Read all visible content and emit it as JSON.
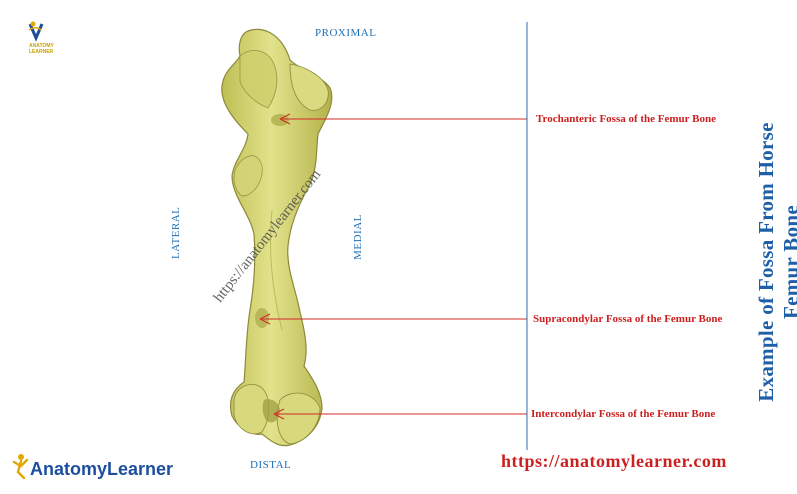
{
  "title": "Example of Fossa From Horse Femur Bone",
  "orientation": {
    "proximal": "PROXIMAL",
    "distal": "DISTAL",
    "lateral": "LATERAL",
    "medial": "MEDIAL"
  },
  "labels": [
    "Trochanteric  Fossa of the Femur Bone",
    "Supracondylar Fossa of the Femur Bone",
    "Intercondylar Fossa of the Femur Bone"
  ],
  "url": "https://anatomylearner.com",
  "watermark": "https://anatomylearner.com",
  "brand": {
    "part1": "Anatomy",
    "part2": "Learner"
  },
  "logo_small": {
    "line1": "ANATOMY",
    "line2": "LEARNER"
  },
  "colors": {
    "bone_fill": "#d6d77a",
    "bone_stroke": "#8c8a3a",
    "arrow": "#d42a2a",
    "divider": "#2f6fb0",
    "title": "#1f5fa8",
    "orientation": "#1f6fb3",
    "label": "#cc1f1f"
  }
}
